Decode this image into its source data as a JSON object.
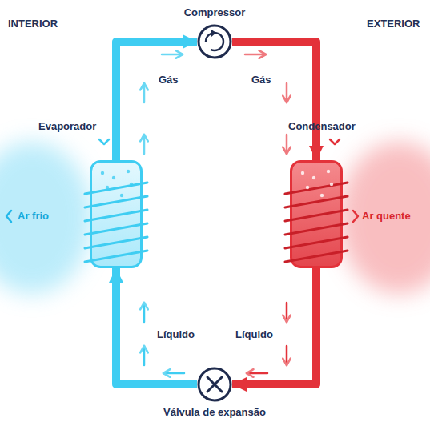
{
  "diagram": {
    "nodes": [
      {
        "text": [
          "Compressor"
        ]
      },
      {
        "text": [
          "Evaporador"
        ]
      },
      {
        "text": [
          "Condensador"
        ]
      },
      {
        "text": [
          "Válvula de expansão"
        ]
      }
    ],
    "edges": [
      {
        "from": 0,
        "to": 2,
        "arrow": "to",
        "label": "Gás"
      },
      {
        "from": 2,
        "to": 3,
        "arrow": "to",
        "label": "Líquido"
      },
      {
        "from": 3,
        "to": 1,
        "arrow": "to",
        "label": "Líquido"
      },
      {
        "from": 1,
        "to": 0,
        "arrow": "to",
        "label": "Gás"
      }
    ],
    "labels": [
      "INTERIOR",
      "EXTERIOR",
      "Ar frio",
      "Ar quente"
    ]
  }
}
